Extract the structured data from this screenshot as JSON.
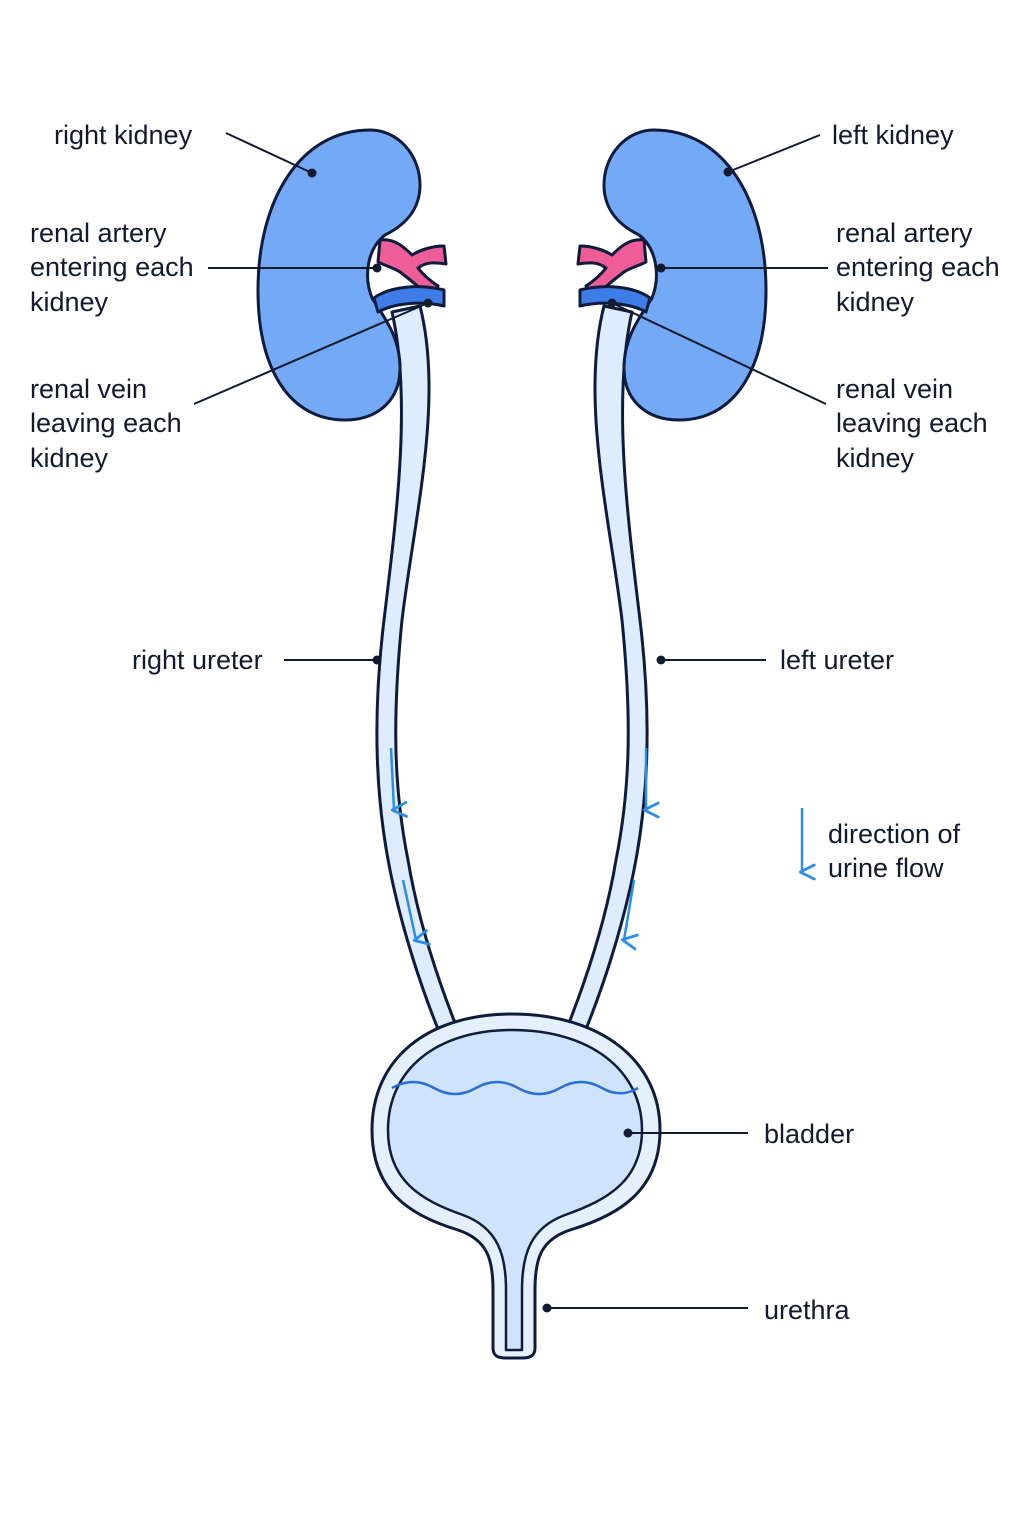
{
  "labels": {
    "right_kidney": "right kidney",
    "left_kidney": "left kidney",
    "renal_artery": [
      "renal artery",
      "entering each",
      "kidney"
    ],
    "renal_vein": [
      "renal vein",
      "leaving each",
      "kidney"
    ],
    "right_ureter": "right ureter",
    "left_ureter": "left ureter",
    "bladder": "bladder",
    "urethra": "urethra"
  },
  "legend": {
    "flow_icon": "down-arrow-icon",
    "flow_text": [
      "direction of",
      "urine flow"
    ]
  },
  "colors": {
    "kidney_fill": "#74a9f5",
    "artery_fill": "#ef5d98",
    "vein_fill": "#3e7de8",
    "ureter_fill": "#deecfc",
    "bladder_wall": "#e6f0fc",
    "urine_fill": "#cfe4fb",
    "urine_line": "#2a6fd6",
    "flow_arrow": "#2b8cea",
    "outline": "#0f1b3d"
  }
}
